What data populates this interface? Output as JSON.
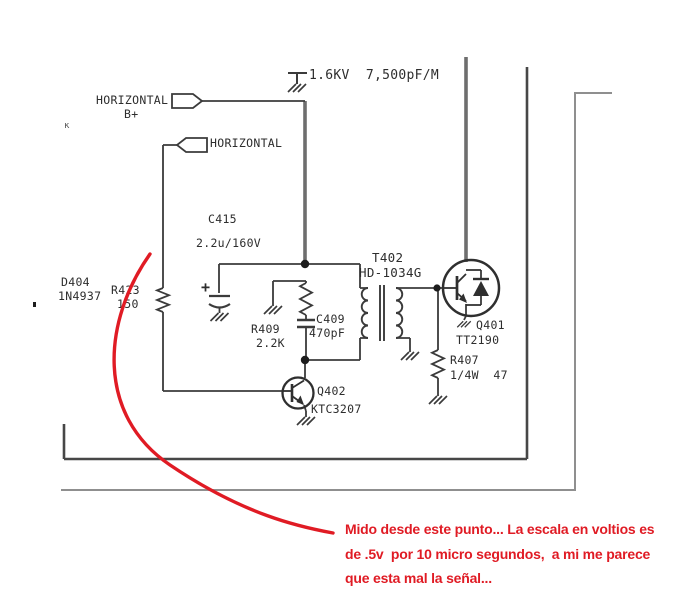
{
  "schematic": {
    "flags": {
      "b_plus_label": "HORIZONTAL",
      "b_plus_sub": "B+",
      "input_label": "HORIZONTAL"
    },
    "top_capacitor_value": "1.6KV  7,500pF/M",
    "components": {
      "c415_ref": "C415",
      "c415_value": "2.2u/160V",
      "c415_polarity": "+",
      "d404_ref": "D404",
      "d404_value": "1N4937",
      "r423_ref": "R423",
      "r423_value": "150",
      "r409_ref": "R409",
      "r409_value": "2.2K",
      "c409_ref": "C409",
      "c409_value": "470pF",
      "t402_ref": "T402",
      "t402_value": "HD-1034G",
      "q401_ref": "Q401",
      "q401_value": "TT2190",
      "r407_ref": "R407",
      "r407_value": "1/4W  47",
      "q402_ref": "Q402",
      "q402_value": "KTC3207"
    },
    "stray_mark": "ĸ",
    "icons": [
      "ground-symbol",
      "transformer-coil",
      "transistor-circle",
      "signal-flag",
      "junction-dot"
    ],
    "colors": {
      "wire": "#3b3b3b",
      "thick_wire": "#6e6e6e",
      "inner_border": "#474747",
      "outer_border": "#8f8f8f"
    }
  },
  "annotation": {
    "color": "#e01b24",
    "line1": "Mido desde este punto... La escala en voltios es",
    "line2": "de .5v  por 10 micro segundos,  a mi me parece",
    "line3": "que esta mal la señal..."
  }
}
